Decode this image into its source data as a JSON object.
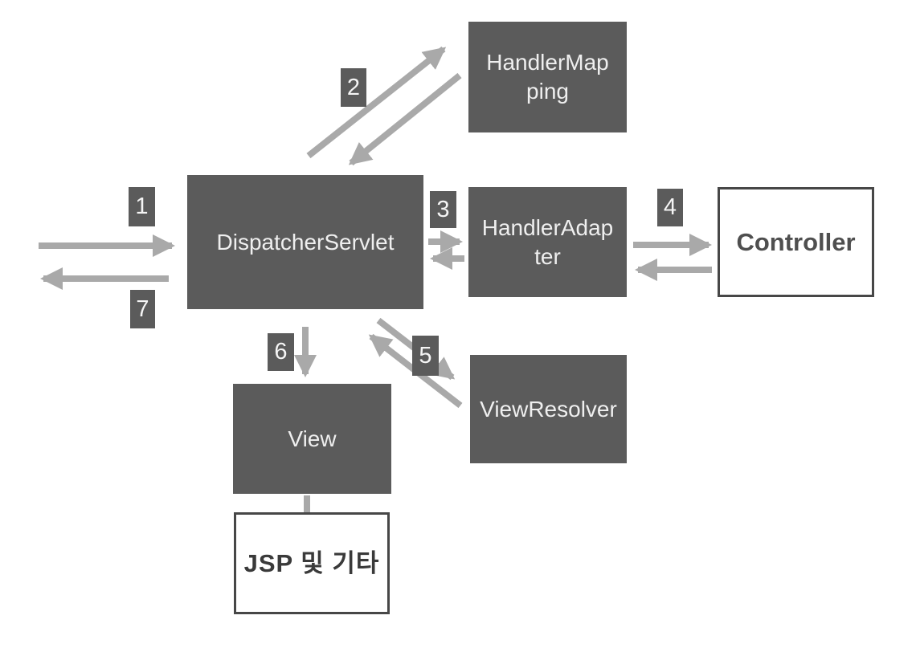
{
  "diagram": {
    "type": "flow-diagram",
    "nodes": {
      "handler_mapping": {
        "lines": [
          "HandlerMap",
          "ping"
        ],
        "style": "filled"
      },
      "dispatcher_servlet": {
        "lines": [
          "DispatcherServlet"
        ],
        "style": "filled"
      },
      "handler_adapter": {
        "lines": [
          "HandlerAdap",
          "ter"
        ],
        "style": "filled"
      },
      "controller": {
        "lines": [
          "Controller"
        ],
        "style": "outlined"
      },
      "view_resolver": {
        "lines": [
          "ViewResolver"
        ],
        "style": "filled"
      },
      "view": {
        "lines": [
          "View"
        ],
        "style": "filled"
      },
      "jsp": {
        "lines": [
          "JSP 및 기타"
        ],
        "style": "outlined"
      }
    },
    "steps": [
      "1",
      "2",
      "3",
      "4",
      "5",
      "6",
      "7"
    ],
    "edges": [
      {
        "step": "1",
        "from": "outside-left",
        "to": "DispatcherServlet"
      },
      {
        "step": "2",
        "from": "DispatcherServlet",
        "to": "HandlerMapping",
        "bidirectional": true
      },
      {
        "step": "3",
        "from": "DispatcherServlet",
        "to": "HandlerAdapter",
        "bidirectional": true
      },
      {
        "step": "4",
        "from": "HandlerAdapter",
        "to": "Controller",
        "bidirectional": true
      },
      {
        "step": "5",
        "from": "DispatcherServlet",
        "to": "ViewResolver",
        "bidirectional": true
      },
      {
        "step": "6",
        "from": "DispatcherServlet",
        "to": "View"
      },
      {
        "step": "7",
        "from": "DispatcherServlet",
        "to": "outside-left"
      },
      {
        "step": "",
        "from": "View",
        "to": "JSP 및 기타"
      }
    ],
    "colors": {
      "node_fill": "#5b5b5b",
      "node_text": "#efefef",
      "arrow": "#a9a9a9",
      "outlined_node_border": "#474747",
      "controller_text": "#4f4f4f",
      "jsp_text": "#3a3a3a",
      "background": "#ffffff"
    }
  }
}
